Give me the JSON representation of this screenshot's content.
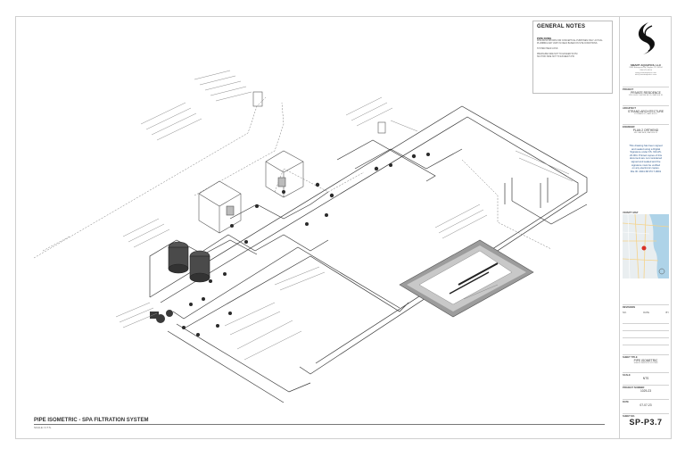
{
  "notes": {
    "heading": "GENERAL NOTES",
    "subheading": "PIPE RUNS",
    "lines": [
      "PIPE RUNS SHOWN FOR CONCEPTUAL PURPOSES ONLY. ACTUAL",
      "PLUMBING MAY VARY IN FIELD BASED ON SITE CONDITIONS.",
      "",
      "SYSTEM HEAD LOSS:",
      "",
      "PRESSURE SIDE NOT TO EXCEED 50 PSI",
      "SUCTION SIDE NOT TO EXCEED 5 PSI"
    ]
  },
  "drawing": {
    "title": "PIPE ISOMETRIC - SPA FILTRATION SYSTEM",
    "scale": "SCALE: N.T.S."
  },
  "titleblock": {
    "company": "SMART AQUATICS, LLC",
    "address": [
      "2880 Enterprise Rd, Naples, FL 34104",
      "239-571-9513"
    ],
    "links": [
      "www.smartaquatics.com",
      "info@smartaquatics.com"
    ],
    "project_label": "PROJECT",
    "project": "PRIVATE RESIDENCE",
    "project_addr": "1234 GULF SHORE BLVD, NAPLES FL",
    "architect_label": "ARCHITECT",
    "architect": "STRAND ARCHITECTURE",
    "architect_addr": "123 MAIN ST, NAPLES FL",
    "engineer_label": "ENGINEER",
    "engineer": "PLAN 2 ORTHEND",
    "engineer_addr": "456 OAK AVE, NAPLES FL",
    "disclaimer": [
      "This drawing has been signed",
      "and sealed using a Digital",
      "Signature under FS. 61G15-",
      "23.004. Printed copies of this",
      "document are not considered",
      "signed and sealed and the",
      "signature must be verified",
      "on any electronic copies.",
      "File ID: 2024-SP-P3.7-0001"
    ],
    "map_label": "VICINITY MAP",
    "revisions_label": "REVISIONS",
    "rev_cols": [
      "NO.",
      "DATE",
      "BY"
    ],
    "sheet_title_label": "SHEET TITLE",
    "sheet_title": "PIPE ISOMETRIC",
    "sheet_title_sub": "SPA FILTRATION SYSTEM",
    "scale_label": "SCALE",
    "scale": "NTS",
    "project_no_label": "PROJECT NUMBER",
    "project_no": "1029-23",
    "date_label": "DATE",
    "date": "07-07-23",
    "sheet_label": "SHEET NO.",
    "sheet_no": "SP-P3.7"
  }
}
